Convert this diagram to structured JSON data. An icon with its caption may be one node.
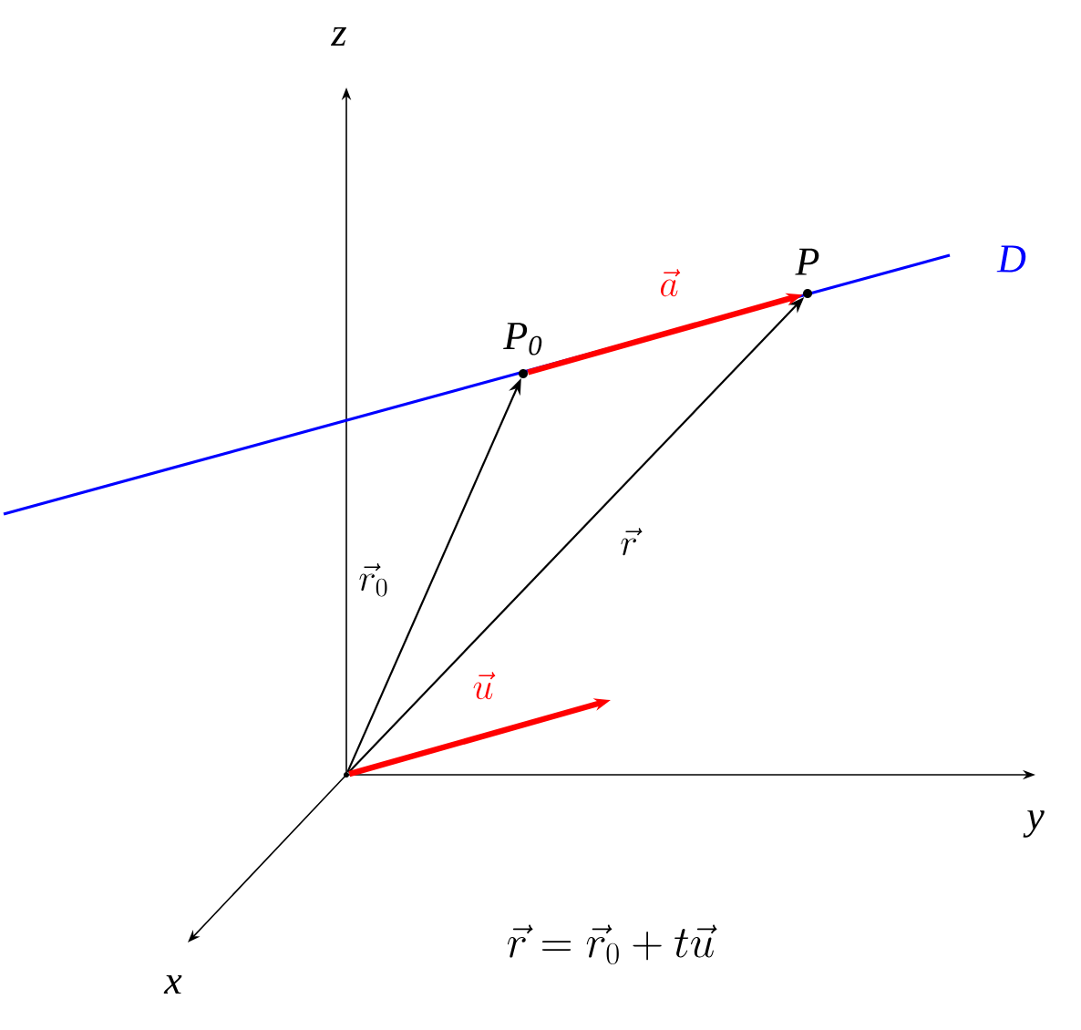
{
  "diagram": {
    "nodes": [
      {
        "text": [],
        "shape": "point"
      },
      {
        "text": [
          "P$_{0}$"
        ]
      },
      {
        "text": [
          "P"
        ]
      }
    ],
    "edges": [
      {
        "from": 0,
        "to": 1,
        "arrow": "to",
        "label": "\\vec{r}_0"
      },
      {
        "from": 0,
        "to": 2,
        "arrow": "to",
        "label": "\\vec{r}"
      },
      {
        "from": 1,
        "to": 2,
        "arrow": "to",
        "label": "\\vec{a}",
        "style": "thick",
        "color": "#ff0000"
      },
      {
        "from": 0,
        "to": null,
        "arrow": "to",
        "label": "\\vec{u}",
        "style": "thick",
        "color": "#ff0000"
      }
    ],
    "labels": [
      "z",
      "D",
      "y",
      "x",
      "\\vec{r} = \\vec{r}_0 + t\\vec{u}"
    ]
  }
}
